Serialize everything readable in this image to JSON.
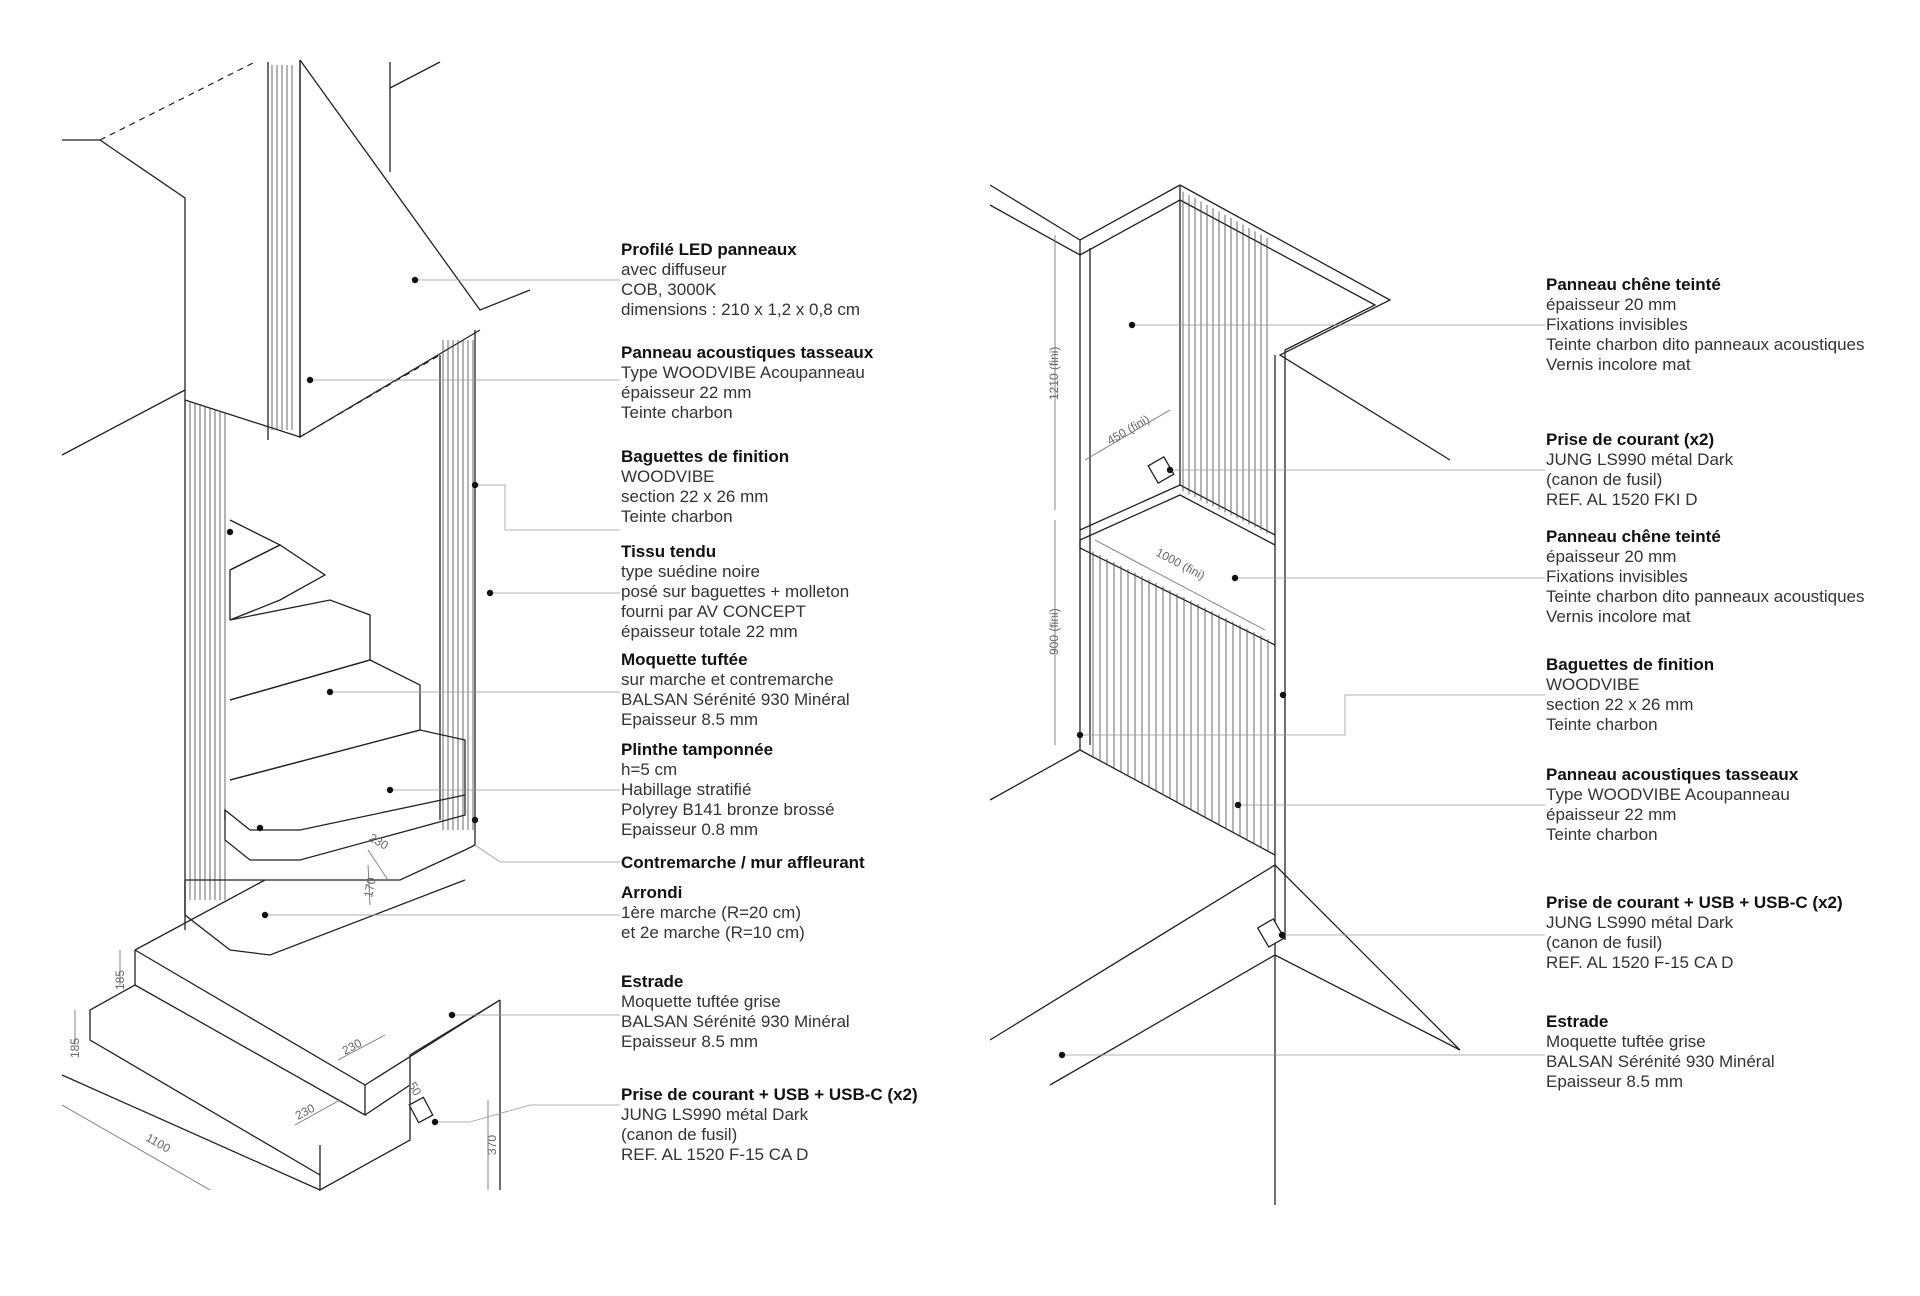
{
  "left_labels": [
    {
      "title": "Profilé LED panneaux",
      "lines": [
        "avec diffuseur",
        "COB, 3000K",
        "dimensions : 210 x 1,2 x 0,8 cm"
      ]
    },
    {
      "title": "Panneau acoustiques tasseaux",
      "lines": [
        "Type WOODVIBE Acoupanneau",
        "épaisseur 22 mm",
        "Teinte charbon"
      ]
    },
    {
      "title": "Baguettes de finition",
      "lines": [
        "WOODVIBE",
        "section 22 x 26 mm",
        "Teinte charbon"
      ]
    },
    {
      "title": "Tissu tendu",
      "lines": [
        "type suédine noire",
        "posé sur baguettes + molleton",
        "fourni par AV CONCEPT",
        "épaisseur totale 22 mm"
      ]
    },
    {
      "title": "Moquette tuftée",
      "lines": [
        "sur marche et contremarche",
        "BALSAN Sérénité 930 Minéral",
        "Epaisseur 8.5 mm"
      ]
    },
    {
      "title": "Plinthe tamponnée",
      "lines": [
        "h=5 cm",
        "Habillage stratifié",
        "Polyrey B141 bronze brossé",
        "Epaisseur 0.8 mm"
      ]
    },
    {
      "title": "Contremarche / mur affleurant",
      "lines": []
    },
    {
      "title": "Arrondi",
      "lines": [
        "1ère marche (R=20 cm)",
        "et 2e marche (R=10 cm)"
      ]
    },
    {
      "title": "Estrade",
      "lines": [
        "Moquette tuftée grise",
        "BALSAN Sérénité 930 Minéral",
        "Epaisseur 8.5 mm"
      ]
    },
    {
      "title": "Prise de courant + USB + USB-C (x2)",
      "lines": [
        "JUNG LS990 métal Dark",
        "(canon de fusil)",
        "REF. AL 1520 F-15 CA D"
      ]
    }
  ],
  "right_labels": [
    {
      "title": "Panneau chêne teinté",
      "lines": [
        "épaisseur 20 mm",
        "Fixations invisibles",
        "Teinte charbon dito panneaux acoustiques",
        "Vernis incolore mat"
      ]
    },
    {
      "title": "Prise de courant (x2)",
      "lines": [
        "JUNG LS990 métal Dark",
        "(canon de fusil)",
        "REF.   AL 1520 FKI D"
      ]
    },
    {
      "title": "Panneau chêne teinté",
      "lines": [
        "épaisseur 20 mm",
        "Fixations invisibles",
        "Teinte charbon dito panneaux acoustiques",
        "Vernis incolore mat"
      ]
    },
    {
      "title": "Baguettes de finition",
      "lines": [
        "WOODVIBE",
        "section 22 x 26 mm",
        "Teinte charbon"
      ]
    },
    {
      "title": "Panneau acoustiques tasseaux",
      "lines": [
        "Type WOODVIBE Acoupanneau",
        "épaisseur 22 mm",
        "Teinte charbon"
      ]
    },
    {
      "title": "Prise de courant + USB + USB-C (x2)",
      "lines": [
        "JUNG LS990 métal Dark",
        "(canon de fusil)",
        "REF.   AL 1520 F-15 CA D"
      ]
    },
    {
      "title": "Estrade",
      "lines": [
        "Moquette tuftée grise",
        "BALSAN Sérénité 930 Minéral",
        "Epaisseur 8.5 mm"
      ]
    }
  ],
  "dimensions_left": [
    "230",
    "170",
    "185",
    "185",
    "230",
    "230",
    "1100",
    "370",
    "50"
  ],
  "dimensions_right": [
    "1210 (fini)",
    "450 (fini)",
    "1000 (fini)",
    "900 (fini)"
  ]
}
